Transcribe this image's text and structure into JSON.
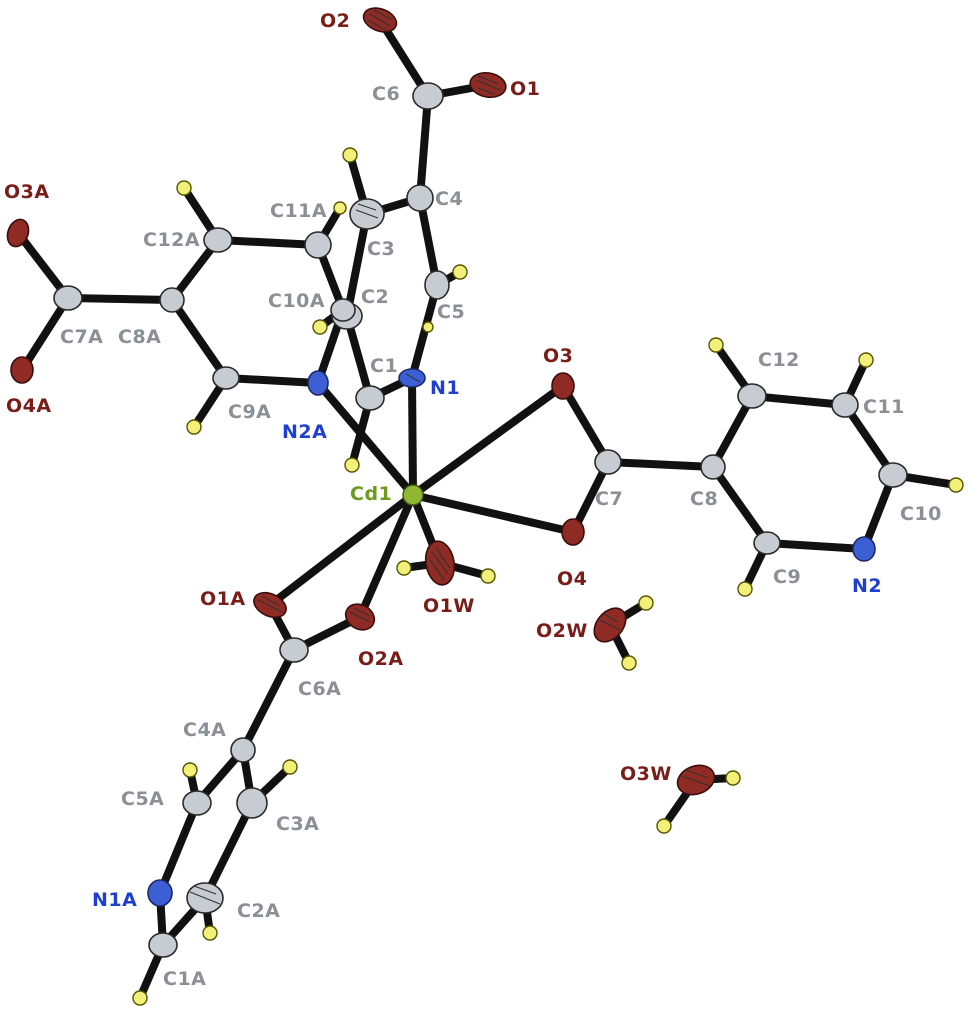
{
  "title": "",
  "element_colors": {
    "C": "#c7cbd2",
    "N": "#3d5fd6",
    "O": "#8f2a24",
    "H": "#f3f07a",
    "Cd": "#8fb733",
    "bond": "#111111",
    "label_C": "#8b8f96",
    "label_N": "#1f3fd0",
    "label_O": "#7a1c18",
    "label_Cd": "#6c9a1e"
  },
  "atom_labels": {
    "O2": "O2",
    "O1": "O1",
    "C6": "C6",
    "C4": "C4",
    "C3": "C3",
    "C2": "C2",
    "C1": "C1",
    "C5": "C5",
    "N1": "N1",
    "O3": "O3",
    "O4": "O4",
    "C7": "C7",
    "C8": "C8",
    "C9": "C9",
    "C10": "C10",
    "C11": "C11",
    "C12": "C12",
    "N2": "N2",
    "Cd1": "Cd1",
    "O1W": "O1W",
    "O2W": "O2W",
    "O3W": "O3W",
    "O3A": "O3A",
    "O4A": "O4A",
    "C7A": "C7A",
    "C8A": "C8A",
    "C9A": "C9A",
    "C10A": "C10A",
    "C11A": "C11A",
    "C12A": "C12A",
    "N2A": "N2A",
    "O1A": "O1A",
    "O2A": "O2A",
    "C6A": "C6A",
    "C4A": "C4A",
    "C5A": "C5A",
    "C3A": "C3A",
    "C2A": "C2A",
    "C1A": "C1A",
    "N1A": "N1A"
  }
}
